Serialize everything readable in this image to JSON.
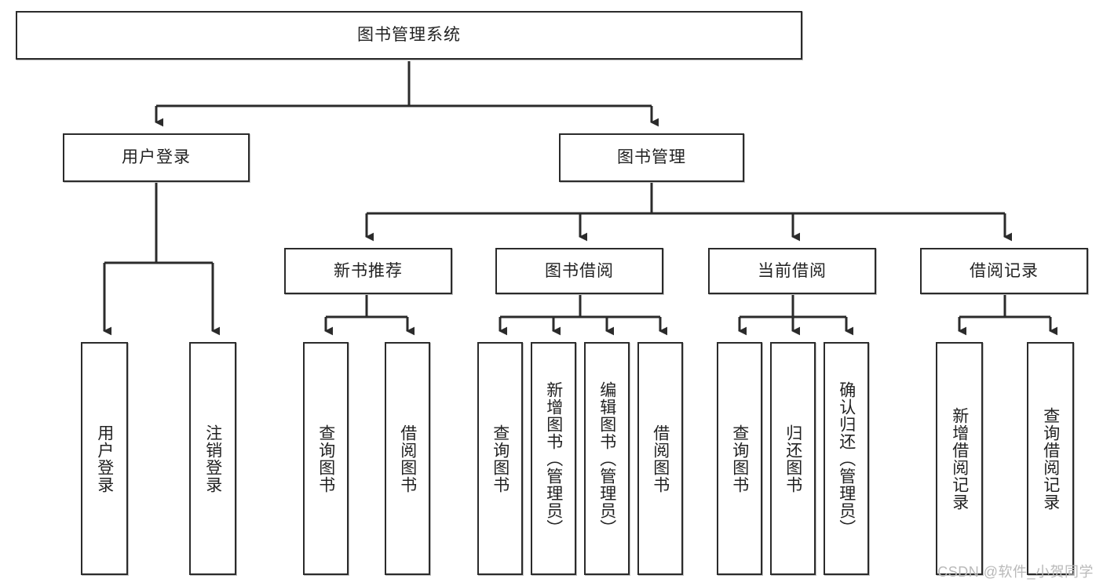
{
  "diagram": {
    "type": "tree-hierarchy",
    "title": "图书管理系统",
    "watermark": "CSDN @软件_小贺同学",
    "levels": [
      {
        "level": 1,
        "nodes": [
          {
            "id": "root",
            "label": "图书管理系统",
            "orientation": "horizontal"
          }
        ]
      },
      {
        "level": 2,
        "nodes": [
          {
            "id": "login",
            "label": "用户登录",
            "orientation": "horizontal",
            "parent": "root"
          },
          {
            "id": "bookmgmt",
            "label": "图书管理",
            "orientation": "horizontal",
            "parent": "root"
          }
        ]
      },
      {
        "level": 3,
        "nodes": [
          {
            "id": "newbook",
            "label": "新书推荐",
            "orientation": "horizontal",
            "parent": "bookmgmt"
          },
          {
            "id": "borrow",
            "label": "图书借阅",
            "orientation": "horizontal",
            "parent": "bookmgmt"
          },
          {
            "id": "current",
            "label": "当前借阅",
            "orientation": "horizontal",
            "parent": "bookmgmt"
          },
          {
            "id": "records",
            "label": "借阅记录",
            "orientation": "horizontal",
            "parent": "bookmgmt"
          }
        ]
      },
      {
        "level": 4,
        "nodes": [
          {
            "id": "leaf-user-login",
            "label": "用户登录",
            "orientation": "vertical",
            "parent": "login"
          },
          {
            "id": "leaf-user-logout",
            "label": "注销登录",
            "orientation": "vertical",
            "parent": "login"
          },
          {
            "id": "leaf-query-book-1",
            "label": "查询图书",
            "orientation": "vertical",
            "parent": "newbook"
          },
          {
            "id": "leaf-borrow-book-1",
            "label": "借阅图书",
            "orientation": "vertical",
            "parent": "newbook"
          },
          {
            "id": "leaf-query-book-2",
            "label": "查询图书",
            "orientation": "vertical",
            "parent": "borrow"
          },
          {
            "id": "leaf-add-book",
            "label": "新增图书（管理员）",
            "orientation": "vertical",
            "parent": "borrow"
          },
          {
            "id": "leaf-edit-book",
            "label": "编辑图书（管理员）",
            "orientation": "vertical",
            "parent": "borrow"
          },
          {
            "id": "leaf-borrow-book-2",
            "label": "借阅图书",
            "orientation": "vertical",
            "parent": "borrow"
          },
          {
            "id": "leaf-query-book-3",
            "label": "查询图书",
            "orientation": "vertical",
            "parent": "current"
          },
          {
            "id": "leaf-return-book",
            "label": "归还图书",
            "orientation": "vertical",
            "parent": "current"
          },
          {
            "id": "leaf-confirm-return",
            "label": "确认归还（管理员）",
            "orientation": "vertical",
            "parent": "current"
          },
          {
            "id": "leaf-add-record",
            "label": "新增借阅记录",
            "orientation": "vertical",
            "parent": "records"
          },
          {
            "id": "leaf-query-record",
            "label": "查询借阅记录",
            "orientation": "vertical",
            "parent": "records"
          }
        ]
      }
    ],
    "colors": {
      "box_border": "#2b2b2b",
      "box_fill": "#ffffff",
      "connector": "#2b2b2b",
      "text": "#222222",
      "watermark": "#b9b9b9",
      "background": "#ffffff"
    }
  }
}
